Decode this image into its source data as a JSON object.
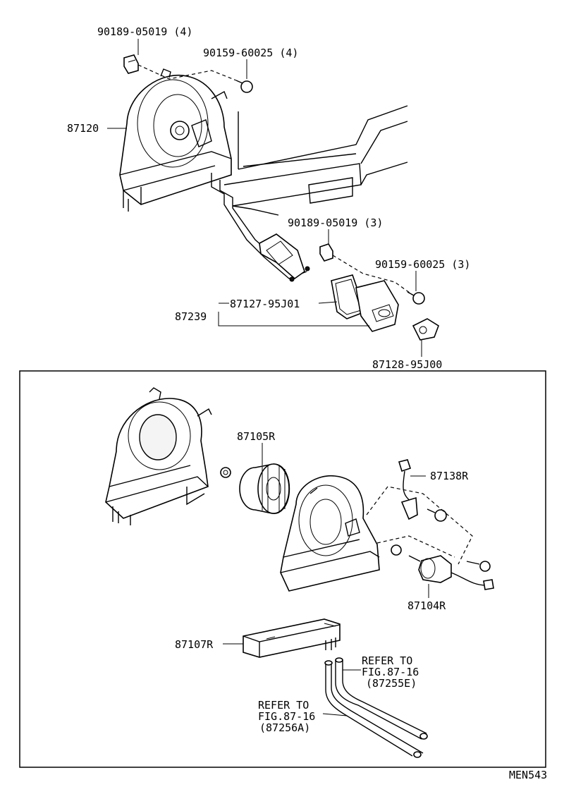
{
  "labels": {
    "clip_4": "90189-05019 (4)",
    "screw_4": "90159-60025 (4)",
    "blower_unit": "87120",
    "clip_3": "90189-05019 (3)",
    "screw_3": "90159-60025 (3)",
    "resistor_plate": "87127-95J01",
    "resistor_set": "87239",
    "connector": "87128-95J00",
    "fan": "87105R",
    "wire": "87138R",
    "motor": "87104R",
    "heater_core": "87107R",
    "refer1_line1": "REFER TO",
    "refer1_line2": "FIG.87-16",
    "refer1_line3": "(87255E)",
    "refer2_line1": "REFER TO",
    "refer2_line2": "FIG.87-16",
    "refer2_line3": "(87256A)",
    "figure_code": "MEN543"
  }
}
